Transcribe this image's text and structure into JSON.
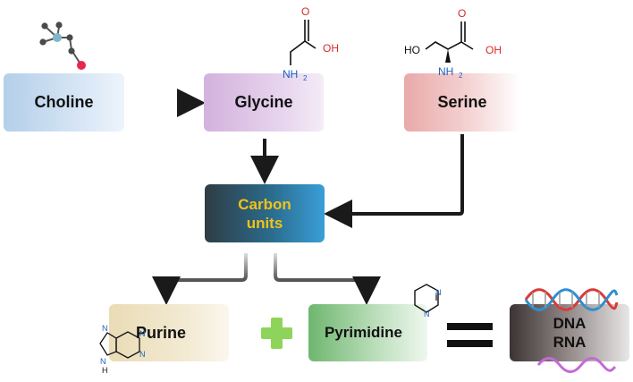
{
  "nodes": {
    "choline": "Choline",
    "glycine": "Glycine",
    "serine": "Serine",
    "carbon_line1": "Carbon",
    "carbon_line2": "units",
    "purine": "Purine",
    "pyrimidine": "Pyrimidine",
    "dna": "DNA",
    "rna": "RNA"
  },
  "glycine_structure": {
    "o": "O",
    "oh": "OH",
    "nh": "NH",
    "sub2": "2"
  },
  "serine_structure": {
    "ho": "HO",
    "o": "O",
    "oh": "OH",
    "nh": "NH",
    "sub2": "2"
  },
  "purine_structure": {
    "n": "N",
    "hn": "N",
    "h": "H"
  },
  "pyrimidine_structure": {
    "n": "N"
  },
  "icons": {
    "choline_molecule": "ball-and-stick-molecule-icon",
    "plus": "plus-icon",
    "equals": "equals-icon",
    "dna_helix": "dna-double-helix-icon",
    "rna_strand": "rna-strand-icon"
  },
  "colors": {
    "carbon_text": "#f2c21a",
    "plus": "#8fd45a",
    "oxygen": "#d62a2a",
    "nitrogen": "#1f5fbf",
    "arrow": "#1a1a1a"
  }
}
